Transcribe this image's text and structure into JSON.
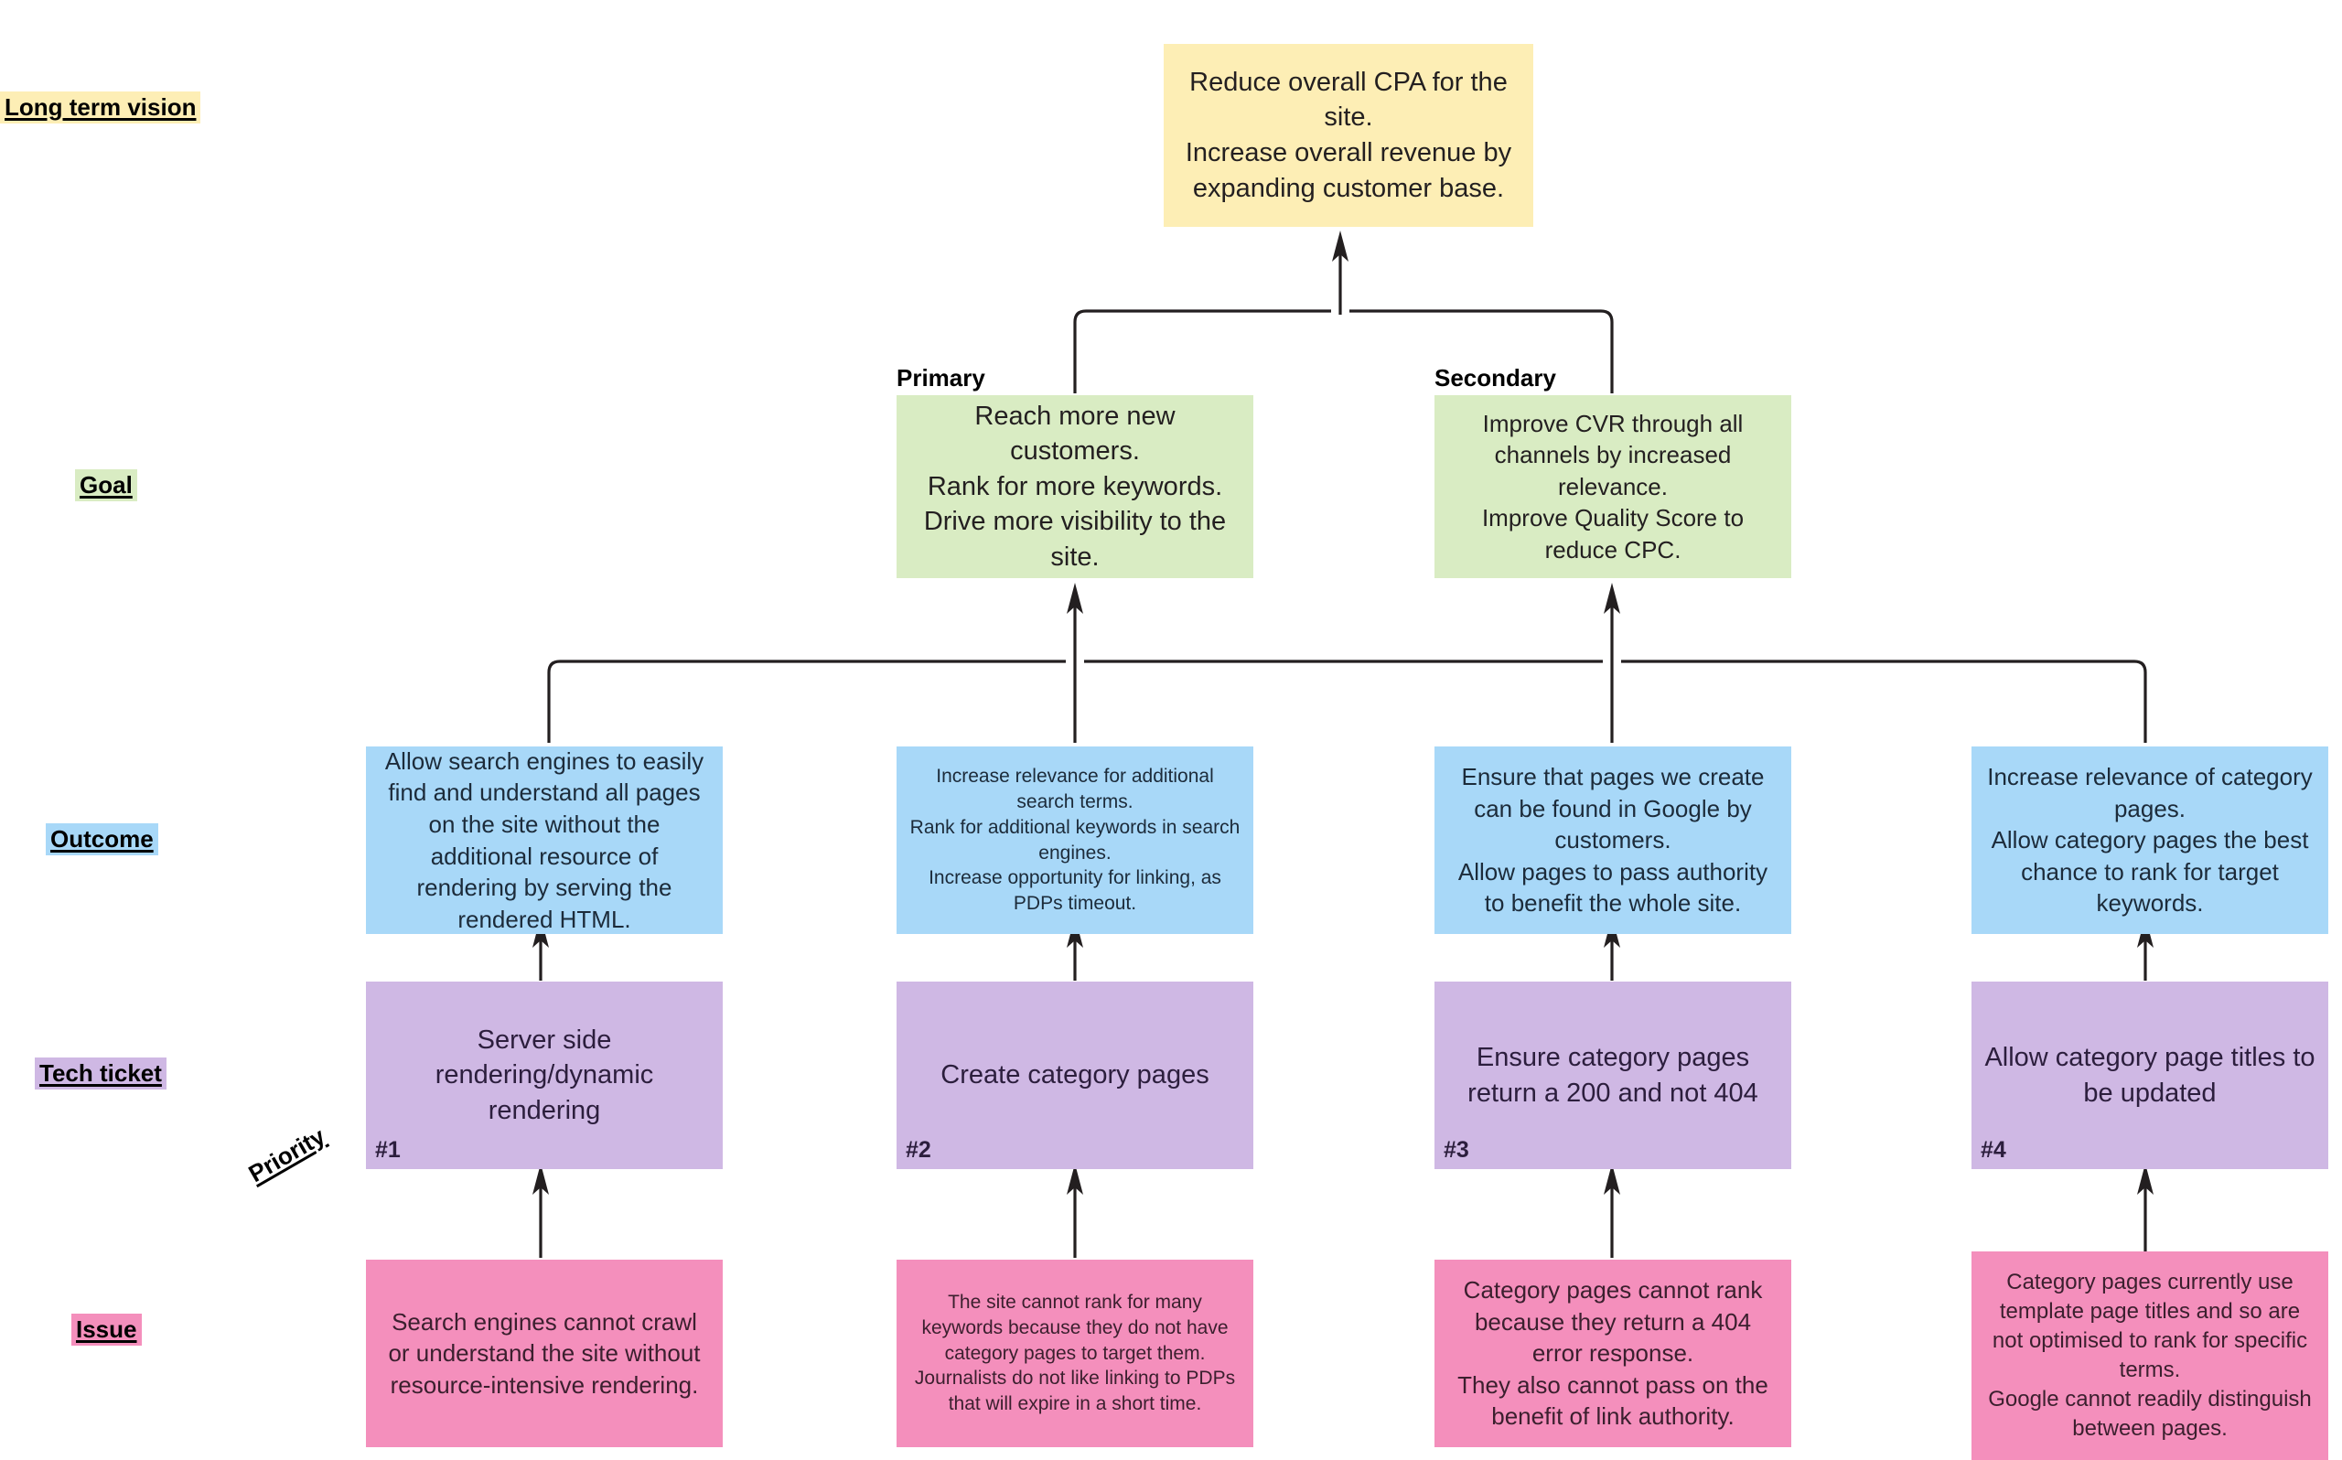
{
  "rows": [
    {
      "key": "vision",
      "label": "Long term vision",
      "color": "#fdeeb5"
    },
    {
      "key": "goal",
      "label": "Goal",
      "color": "#d9ecc3"
    },
    {
      "key": "outcome",
      "label": "Outcome",
      "color": "#a8d8f8"
    },
    {
      "key": "ticket",
      "label": "Tech ticket",
      "color": "#cfb8e4"
    },
    {
      "key": "issue",
      "label": "Issue",
      "color": "#f48fbc"
    }
  ],
  "priority_label": "Priority",
  "vision": {
    "text": "Reduce overall CPA for the site.\nIncrease overall revenue by expanding customer base."
  },
  "goals": [
    {
      "caption": "Primary",
      "text": "Reach more new customers.\nRank for more keywords.\nDrive more visibility to the site."
    },
    {
      "caption": "Secondary",
      "text": "Improve CVR through all channels by increased relevance.\nImprove Quality Score to reduce CPC."
    }
  ],
  "outcomes": [
    {
      "text": "Allow search engines to easily find and understand all pages on the site without the additional resource of rendering by serving the rendered HTML."
    },
    {
      "text": "Increase relevance for additional search terms.\nRank for additional keywords in search engines.\nIncrease opportunity for linking, as PDPs timeout."
    },
    {
      "text": "Ensure that pages we create can be found in Google by customers.\nAllow pages to pass authority to benefit the whole site."
    },
    {
      "text": "Increase relevance of category pages.\nAllow category pages the best chance to rank for target keywords."
    }
  ],
  "tickets": [
    {
      "text": "Server side rendering/dynamic rendering",
      "priority": "#1"
    },
    {
      "text": "Create category pages",
      "priority": "#2"
    },
    {
      "text": "Ensure category pages return a 200 and not 404",
      "priority": "#3"
    },
    {
      "text": "Allow category page titles to be updated",
      "priority": "#4"
    }
  ],
  "issues": [
    {
      "text": "Search engines cannot crawl or understand the site without resource-intensive rendering."
    },
    {
      "text": "The site cannot rank for many keywords because they do not have category pages to target them.\nJournalists do not like linking to PDPs that will expire in a short time."
    },
    {
      "text": "Category pages cannot rank because they return a 404 error response.\nThey also cannot pass on the benefit of link authority."
    },
    {
      "text": "Category pages currently use template page titles and so are not optimised to rank for specific terms.\nGoogle cannot readily distinguish between pages."
    }
  ]
}
